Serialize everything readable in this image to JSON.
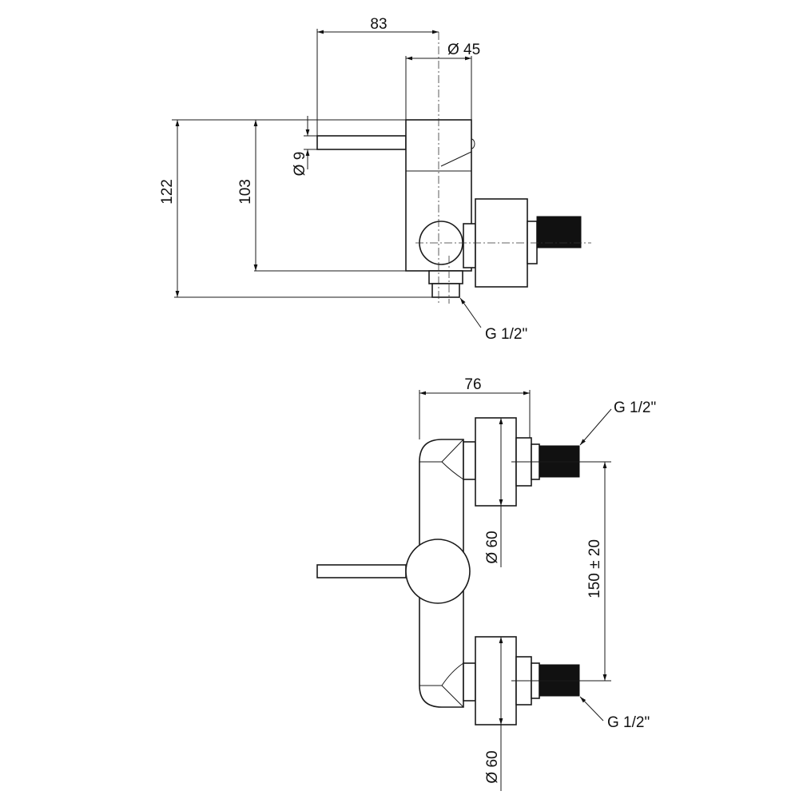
{
  "top_view": {
    "dim_width_total": "83",
    "dim_body_diameter": "Ø 45",
    "dim_spout_diameter": "Ø 9",
    "dim_height_total": "122",
    "dim_height_body": "103",
    "outlet_thread": "G 1/2\""
  },
  "front_view": {
    "dim_depth": "76",
    "dim_flange_top": "Ø 60",
    "dim_flange_bottom": "Ø 60",
    "dim_centers": "150 ± 20",
    "inlet_thread_top": "G 1/2\"",
    "inlet_thread_bottom": "G 1/2\""
  },
  "colors": {
    "line": "#1a1a1a",
    "background": "#ffffff"
  }
}
